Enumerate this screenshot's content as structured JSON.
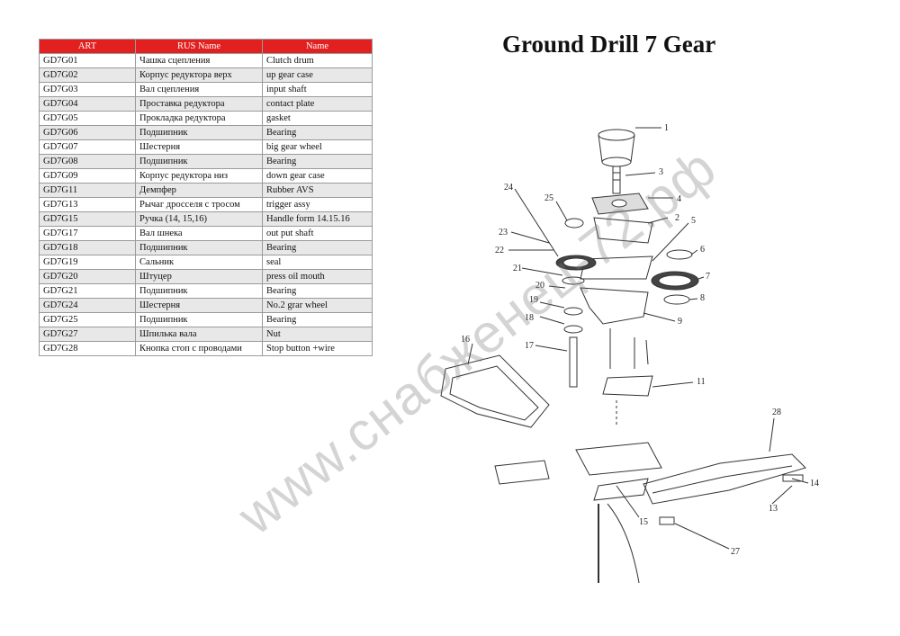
{
  "document": {
    "title": "Ground Drill 7 Gear"
  },
  "table": {
    "headers": [
      "ART",
      "RUS Name",
      "Name"
    ],
    "rows": [
      [
        "GD7G01",
        "Чашка сцепления",
        "Clutch drum"
      ],
      [
        "GD7G02",
        "Корпус редуктора верх",
        "up gear case"
      ],
      [
        "GD7G03",
        "Вал сцепления",
        "input shaft"
      ],
      [
        "GD7G04",
        "Проставка редуктора",
        "contact plate"
      ],
      [
        "GD7G05",
        "Прокладка редуктора",
        "gasket"
      ],
      [
        "GD7G06",
        "Подшипник",
        "Bearing"
      ],
      [
        "GD7G07",
        "Шестерня",
        "big gear wheel"
      ],
      [
        "GD7G08",
        "Подшипник",
        "Bearing"
      ],
      [
        "GD7G09",
        "Корпус редуктора низ",
        "down gear case"
      ],
      [
        "GD7G11",
        "Демпфер",
        "Rubber AVS"
      ],
      [
        "GD7G13",
        "Рычаг дросселя с тросом",
        "trigger assy"
      ],
      [
        "GD7G15",
        "Ручка (14, 15,16)",
        "Handle form 14.15.16"
      ],
      [
        "GD7G17",
        "Вал шнека",
        "out put shaft"
      ],
      [
        "GD7G18",
        "Подшипник",
        "Bearing"
      ],
      [
        "GD7G19",
        "Сальник",
        "seal"
      ],
      [
        "GD7G20",
        "Штуцер",
        "press oil mouth"
      ],
      [
        "GD7G21",
        "Подшипник",
        "Bearing"
      ],
      [
        "GD7G24",
        "Шестерня",
        "No.2 grar wheel"
      ],
      [
        "GD7G25",
        "Подшипник",
        "Bearing"
      ],
      [
        "GD7G27",
        "Шпилька вала",
        "Nut"
      ],
      [
        "GD7G28",
        "Кнопка стоп с проводами",
        "Stop button +wire"
      ]
    ]
  },
  "diagram": {
    "callouts": [
      "1",
      "2",
      "3",
      "4",
      "5",
      "6",
      "7",
      "8",
      "9",
      "11",
      "13",
      "14",
      "15",
      "16",
      "17",
      "18",
      "19",
      "20",
      "21",
      "22",
      "23",
      "24",
      "25",
      "27",
      "28"
    ]
  },
  "watermark": {
    "text": "www.снабженец-72.рф"
  }
}
